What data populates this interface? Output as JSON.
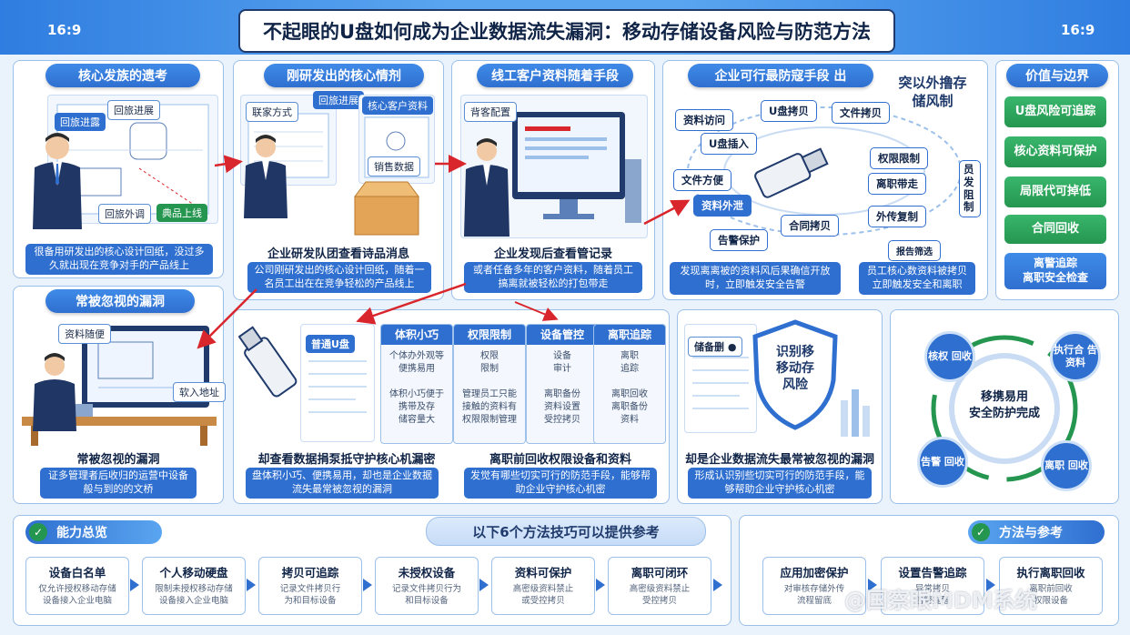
{
  "header": {
    "title": "不起眼的U盘如何成为企业数据流失漏洞：移动存储设备风险与防范方法",
    "ratio_left": "16:9",
    "ratio_right": "16:9"
  },
  "panel1": {
    "pill": "核心发族的遗考",
    "tag_a": "回旅进露",
    "tag_b": "回旅进展",
    "tag_c": "回旅外调",
    "tag_d": "典品上线",
    "caption": "很备用研发出的核心设计回纸，没过多久就出现在竞争对手的产品线上"
  },
  "panel2": {
    "pill": "刚研发出的核心情剂",
    "tag_a": "联家方式",
    "tag_b": "回旅进展",
    "tag_c": "核心客户资料",
    "tag_d": "销售数据",
    "caption_title": "企业研发队团查看诗品消息",
    "caption": "公司刚研发出的核心设计回纸，随着一名员工出在在竞争轻松的产品线上"
  },
  "panel3": {
    "pill": "线工客户资料随着手段",
    "tag_a": "背客配置",
    "caption_title": "企业发现后查看管记录",
    "caption": "或者任备多年的客户资料，随着员工搞离就被轻松的打包带走"
  },
  "panel4": {
    "pill": "企业可行最防寇手段 出",
    "banner": "突以外撸存储风制",
    "flows": [
      "资料访问",
      "U盘拷贝",
      "文件拷贝",
      "U盘插入",
      "权限限制",
      "文件方便",
      "离职带走",
      "资料外泄",
      "合同拷贝",
      "外传复制",
      "告警保护",
      "报告筛选",
      "员发阻制"
    ],
    "box_a": "发现离离被的资料风后果确信开放时，立即触发安全告警",
    "box_b": "员工核心数资料被拷贝立即触发安全和离职"
  },
  "panel5": {
    "pill": "价值与边界",
    "items": [
      "U盘风险可追踪",
      "核心资料可保护",
      "局限代可掉低",
      "合同回收",
      "离警追踪\n离职安全检查"
    ]
  },
  "panel6": {
    "pill": "常被忽视的漏洞",
    "tag_a": "资料随便",
    "tag_b": "软入地址",
    "caption_title": "常被忽视的漏洞",
    "caption": "证多管理者后收归的运营中设备般与到的的文桥"
  },
  "panel7": {
    "usb_label": "普通U盘",
    "cols": [
      {
        "h": "体积小巧",
        "t": "个体办外观等\n便携易用\n\n体积小巧便于\n携带及存\n储容量大"
      },
      {
        "h": "权限限制",
        "t": "权限\n限制\n\n管理员工只能\n接触的资料有\n权限限制管理"
      },
      {
        "h": "设备管控",
        "t": "设备\n审计\n\n离职备份\n资料设置\n受控拷贝"
      },
      {
        "h": "离职追踪",
        "t": "离职\n追踪\n\n离职回收\n离职备份\n资料"
      }
    ],
    "caption_left_title": "却查看数据捐泵抵守护核心机漏密",
    "caption_left": "盘体积小巧、便携易用，却也是企业数据流失最常被忽视的漏洞",
    "caption_right_title": "离职前回收权限设备和资料",
    "caption_right": "发觉有哪些切实可行的防范手段，能够帮助企业守护核心机密"
  },
  "panel8": {
    "shield_text": "识别移\n移动存\n风险",
    "doc_label": "储备删 ●",
    "caption_title": "却是企业数据流失最常被忽视的漏洞",
    "caption": "形成认识别些切实可行的防范手段，能够帮助企业守护核心机密"
  },
  "panel9": {
    "center": "移携易用\n安全防护完成",
    "nodes": [
      "核权\n回收",
      "执行合\n告资料",
      "离职\n回收",
      "告警\n回收"
    ]
  },
  "bottom": {
    "left_title": "能力总览",
    "banner": "以下6个方法技巧可以提供参考",
    "right_title": "方法与参考",
    "watermark": "@国察眼MDM系统",
    "steps": [
      {
        "h": "设备白名单",
        "t": "仅允许授权移动存储\n设备接入企业电脑"
      },
      {
        "h": "个人移动硬盘",
        "t": "限制未授权移动存储\n设备接入企业电脑"
      },
      {
        "h": "拷贝可追踪",
        "t": "记录文件拷贝行\n为和目标设备"
      },
      {
        "h": "未授权设备",
        "t": "记录文件拷贝行为\n和目标设备"
      },
      {
        "h": "资料可保护",
        "t": "高密级资料禁止\n或受控拷贝"
      },
      {
        "h": "离职可闭环",
        "t": "高密级资料禁止\n受控拷贝"
      },
      {
        "h": "应用加密保护",
        "t": "对审核存储外传\n流程留底"
      },
      {
        "h": "设置告警追踪",
        "t": "异常拷贝\n告警提醒"
      },
      {
        "h": "执行离职回收",
        "t": "离职前回收\n权限设备"
      }
    ]
  },
  "colors": {
    "primary": "#2f6fd0",
    "green": "#25964f",
    "red": "#d9262c"
  }
}
